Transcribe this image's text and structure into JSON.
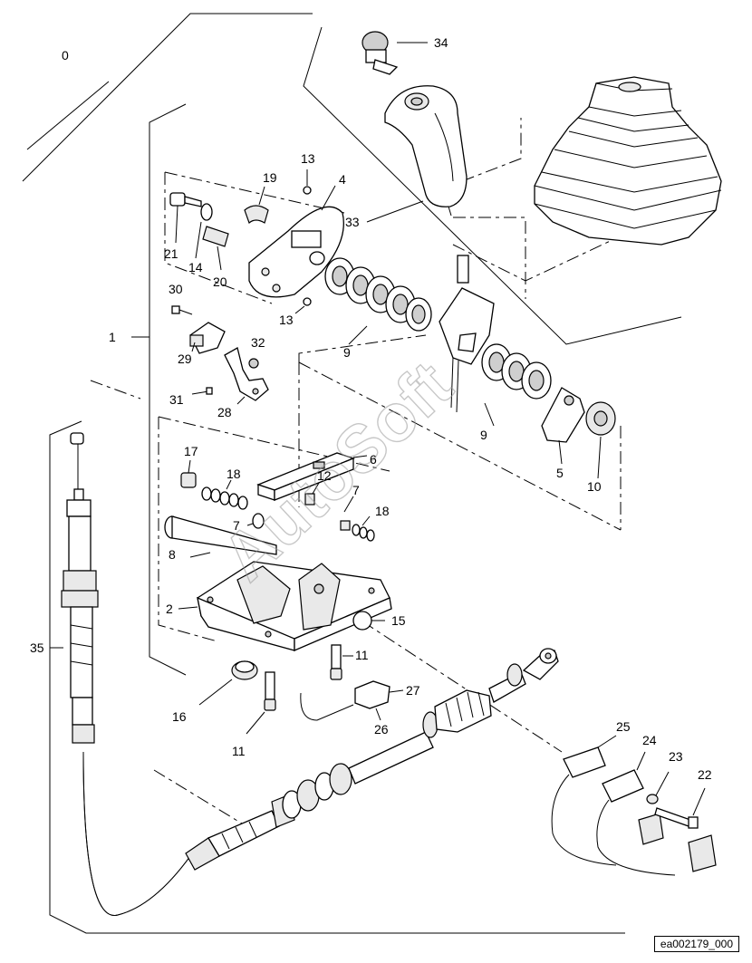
{
  "callouts": {
    "c0": "0",
    "c1": "1",
    "c2": "2",
    "c4": "4",
    "c5": "5",
    "c6": "6",
    "c7a": "7",
    "c7b": "7",
    "c8": "8",
    "c9a": "9",
    "c9b": "9",
    "c10": "10",
    "c11a": "11",
    "c11b": "11",
    "c12": "12",
    "c13a": "13",
    "c13b": "13",
    "c14": "14",
    "c15": "15",
    "c16": "16",
    "c17": "17",
    "c18a": "18",
    "c18b": "18",
    "c19": "19",
    "c20": "20",
    "c21": "21",
    "c22": "22",
    "c23": "23",
    "c24": "24",
    "c25": "25",
    "c26": "26",
    "c27": "27",
    "c28": "28",
    "c29": "29",
    "c30": "30",
    "c31": "31",
    "c32": "32",
    "c33": "33",
    "c34": "34",
    "c35": "35"
  },
  "watermark": "AutoSoft",
  "reference": "ea002179_000"
}
